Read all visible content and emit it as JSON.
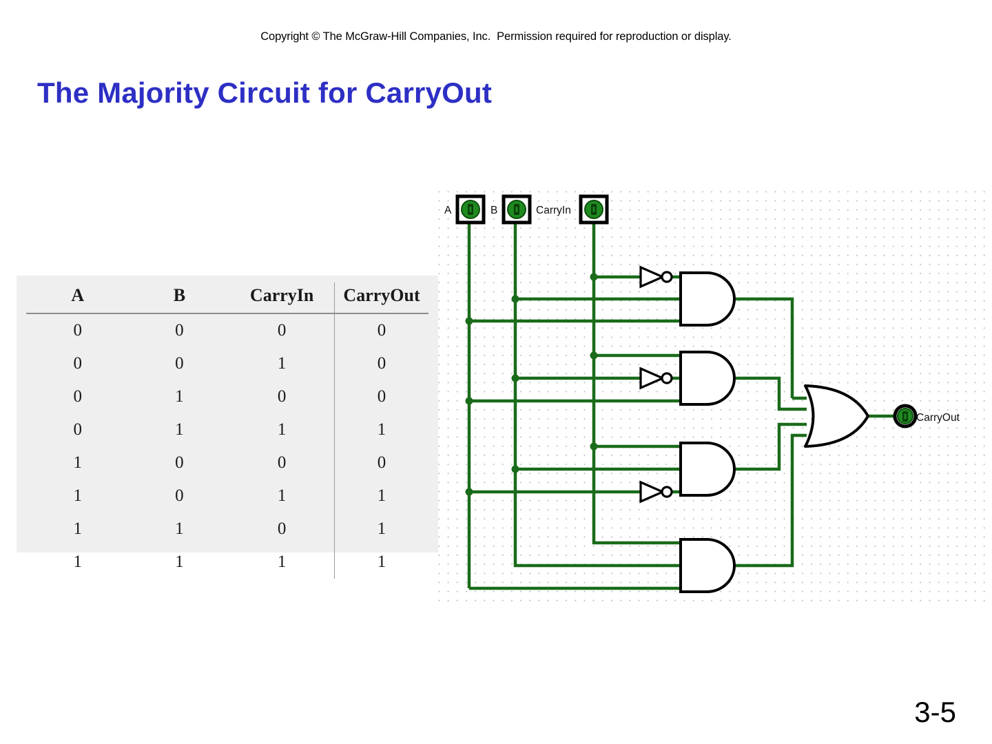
{
  "slide": {
    "copyright": "Copyright © The McGraw-Hill Companies, Inc.  Permission required for reproduction or display.",
    "title": "The Majority Circuit for CarryOut",
    "page_number": "3-5"
  },
  "truth_table": {
    "headers": [
      "A",
      "B",
      "CarryIn",
      "CarryOut"
    ],
    "rows": [
      [
        "0",
        "0",
        "0",
        "0"
      ],
      [
        "0",
        "0",
        "1",
        "0"
      ],
      [
        "0",
        "1",
        "0",
        "0"
      ],
      [
        "0",
        "1",
        "1",
        "1"
      ],
      [
        "1",
        "0",
        "0",
        "0"
      ],
      [
        "1",
        "0",
        "1",
        "1"
      ],
      [
        "1",
        "1",
        "0",
        "1"
      ],
      [
        "1",
        "1",
        "1",
        "1"
      ]
    ]
  },
  "circuit": {
    "inputs": [
      {
        "label": "A",
        "value": "0"
      },
      {
        "label": "B",
        "value": "0"
      },
      {
        "label": "CarryIn",
        "value": "0"
      }
    ],
    "output": {
      "label": "CarryOut",
      "value": "0"
    },
    "gates": [
      {
        "name": "and-gate-1",
        "type": "AND",
        "inputs": 3,
        "inverted_input_index": 0
      },
      {
        "name": "and-gate-2",
        "type": "AND",
        "inputs": 3,
        "inverted_input_index": 1
      },
      {
        "name": "and-gate-3",
        "type": "AND",
        "inputs": 3,
        "inverted_input_index": 2
      },
      {
        "name": "and-gate-4",
        "type": "AND",
        "inputs": 3,
        "inverted_input_index": null
      },
      {
        "name": "or-gate",
        "type": "OR",
        "inputs": 4,
        "inverted_input_index": null
      }
    ],
    "colors": {
      "wire": "#1a6b1a",
      "gate_outline": "#000000",
      "led_on": "#1f8a1f",
      "canvas": "#ffffff",
      "grid_dot": "#b4b4b4"
    }
  }
}
